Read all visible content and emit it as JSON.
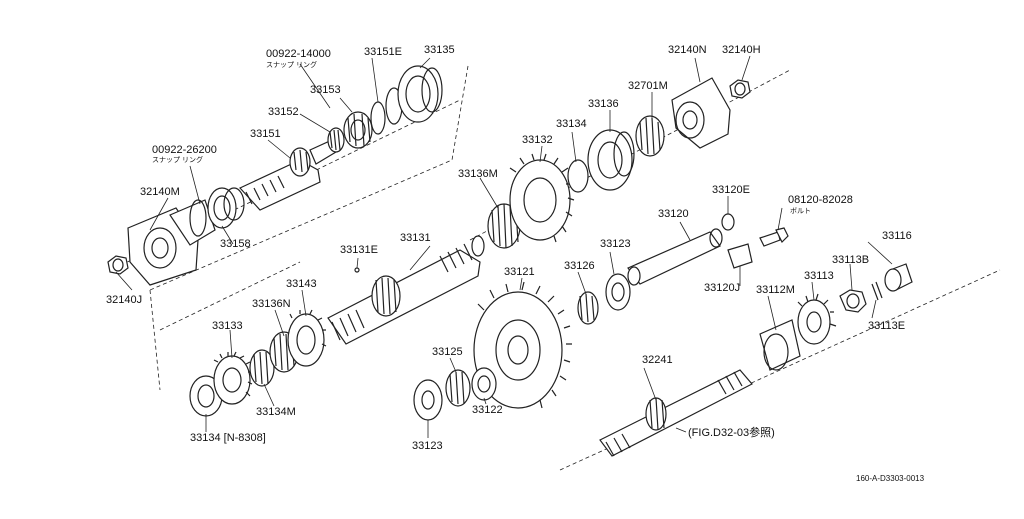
{
  "parts": [
    {
      "id": "p00922_14000",
      "label": "00922-14000",
      "sub": "スナップ リング"
    },
    {
      "id": "p33151E",
      "label": "33151E"
    },
    {
      "id": "p33135",
      "label": "33135"
    },
    {
      "id": "p33153",
      "label": "33153"
    },
    {
      "id": "p33152",
      "label": "33152"
    },
    {
      "id": "p33151",
      "label": "33151"
    },
    {
      "id": "p00922_26200",
      "label": "00922-26200",
      "sub": "スナップ リング"
    },
    {
      "id": "p32140M",
      "label": "32140M"
    },
    {
      "id": "p33158",
      "label": "33158"
    },
    {
      "id": "p32140J",
      "label": "32140J"
    },
    {
      "id": "p32140N",
      "label": "32140N"
    },
    {
      "id": "p32140H",
      "label": "32140H"
    },
    {
      "id": "p32701M",
      "label": "32701M"
    },
    {
      "id": "p33136",
      "label": "33136"
    },
    {
      "id": "p33134",
      "label": "33134"
    },
    {
      "id": "p33132",
      "label": "33132"
    },
    {
      "id": "p33136M",
      "label": "33136M"
    },
    {
      "id": "p33131E",
      "label": "33131E"
    },
    {
      "id": "p33131",
      "label": "33131"
    },
    {
      "id": "p33143",
      "label": "33143"
    },
    {
      "id": "p33136N",
      "label": "33136N"
    },
    {
      "id": "p33133",
      "label": "33133"
    },
    {
      "id": "p33134M",
      "label": "33134M"
    },
    {
      "id": "p33134N",
      "label": "33134 [N-8308]"
    },
    {
      "id": "p33120E",
      "label": "33120E"
    },
    {
      "id": "p08120_82028",
      "label": "08120-82028",
      "sub": "ボルト"
    },
    {
      "id": "p33120",
      "label": "33120"
    },
    {
      "id": "p33123a",
      "label": "33123"
    },
    {
      "id": "p33126",
      "label": "33126"
    },
    {
      "id": "p33121",
      "label": "33121"
    },
    {
      "id": "p33120J",
      "label": "33120J"
    },
    {
      "id": "p33116",
      "label": "33116"
    },
    {
      "id": "p33113B",
      "label": "33113B"
    },
    {
      "id": "p33113",
      "label": "33113"
    },
    {
      "id": "p33112M",
      "label": "33112M"
    },
    {
      "id": "p33113E",
      "label": "33113E"
    },
    {
      "id": "p33125",
      "label": "33125"
    },
    {
      "id": "p33122",
      "label": "33122"
    },
    {
      "id": "p33123b",
      "label": "33123"
    },
    {
      "id": "p32241",
      "label": "32241"
    }
  ],
  "reference_note": "(FIG.D32-03参照)",
  "drawing_code": "160-A-D3303-0013"
}
